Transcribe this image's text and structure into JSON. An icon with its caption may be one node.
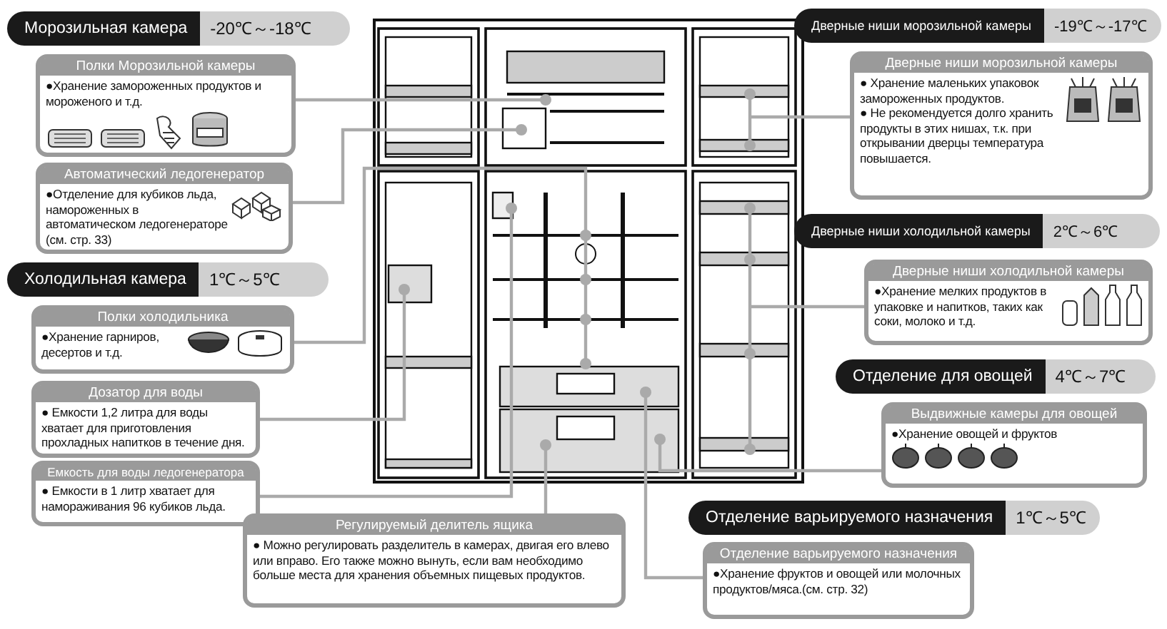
{
  "diagram": {
    "nodes": [
      {
        "text": [
          "Морозильная камера",
          "-20℃～-18℃"
        ]
      },
      {
        "text": [
          "Полки Морозильной камеры",
          "●Хранение замороженных продуктов и мороженого и т.д."
        ]
      },
      {
        "text": [
          "Автоматический ледогенератор",
          "●Отделение для кубиков льда, намороженных в автоматическом ледогенераторе (см. стр. 33)"
        ]
      },
      {
        "text": [
          "Холодильная камера",
          "1℃～5℃"
        ]
      },
      {
        "text": [
          "Полки холодильника",
          "●Хранение гарниров, десертов и т.д."
        ]
      },
      {
        "text": [
          "Дозатор для воды",
          "● Емкости 1,2 литра для воды хватает для приготовления прохладных напитков в течение дня."
        ]
      },
      {
        "text": [
          "Емкость для воды ледогенератора",
          "● Емкости в 1 литр хватает для намораживания 96 кубиков льда."
        ]
      },
      {
        "text": [
          "Регулируемый делитель ящика",
          "● Можно регулировать разделитель в камерах, двигая его влево или вправо. Его также можно вынуть, если вам необходимо больше места для хранения объемных пищевых продуктов."
        ]
      },
      {
        "text": [
          "Дверные ниши морозильной камеры",
          "-19℃～-17℃"
        ]
      },
      {
        "text": [
          "Дверные ниши морозильной камеры",
          "● Хранение маленьких упаковок замороженных продуктов.",
          "● Не рекомендуется долго хранить продукты в этих нишах, т.к. при открывании дверцы температура повышается."
        ]
      },
      {
        "text": [
          "Дверные ниши холодильной камеры",
          "2℃～6℃"
        ]
      },
      {
        "text": [
          "Дверные ниши холодильной камеры",
          "●Хранение мелких продуктов в упаковке и напитков, таких как соки, молоко и т.д."
        ]
      },
      {
        "text": [
          "Отделение для овощей",
          "4℃～7℃"
        ]
      },
      {
        "text": [
          "Выдвижные камеры для овощей",
          "●Хранение овощей и фруктов"
        ]
      },
      {
        "text": [
          "Отделение варьируемого назначения",
          "1℃～5℃"
        ]
      },
      {
        "text": [
          "Отделение варьируемого назначения",
          "●Хранение фруктов и овощей или молочных продуктов/мяса.(см. стр. 32)"
        ]
      }
    ],
    "edges": [
      {
        "from": 1,
        "to": null,
        "arrow": "other"
      },
      {
        "from": 2,
        "to": null,
        "arrow": "other"
      },
      {
        "from": 4,
        "to": null,
        "arrow": "other"
      },
      {
        "from": 5,
        "to": null,
        "arrow": "other"
      },
      {
        "from": 6,
        "to": null,
        "arrow": "other"
      },
      {
        "from": 7,
        "to": null,
        "arrow": "other"
      },
      {
        "from": 9,
        "to": null,
        "arrow": "other"
      },
      {
        "from": 11,
        "to": null,
        "arrow": "other"
      },
      {
        "from": 13,
        "to": null,
        "arrow": "other"
      },
      {
        "from": 15,
        "to": null,
        "arrow": "other"
      }
    ]
  }
}
